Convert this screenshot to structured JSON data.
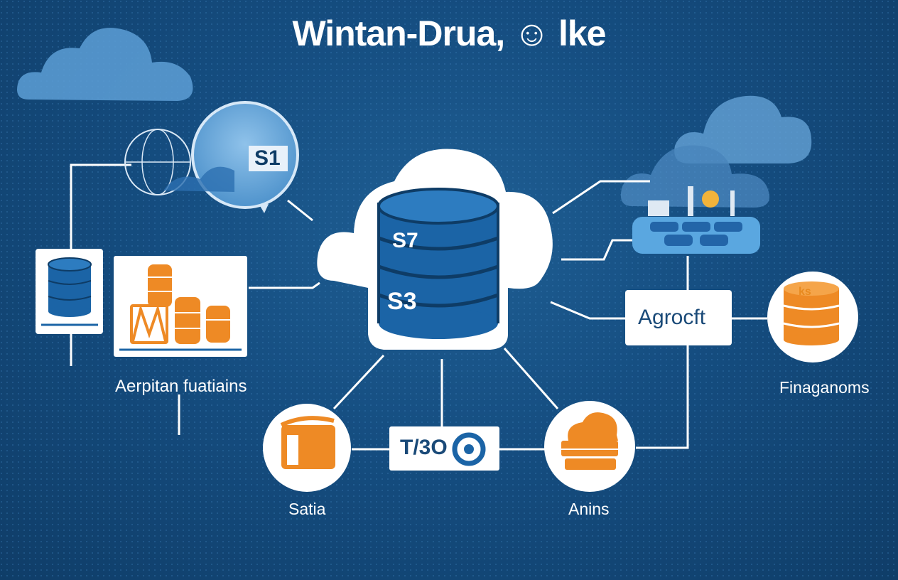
{
  "title": "Wintan-Drua, ☺ lke",
  "nodes": {
    "cloud_storage": {
      "label": "S1"
    },
    "central_db": {
      "top_label": "S7",
      "mid_label": "S3"
    },
    "agro_box": {
      "label": "Agrocft"
    },
    "left_group": {
      "caption": "Aerpitan fuatiains"
    },
    "right_orange_db": {
      "caption": "Finaganoms",
      "badge": "ks"
    },
    "bottom_left_circle": {
      "caption": "Satia"
    },
    "bottom_center_box": {
      "label": "T/3O"
    },
    "bottom_right_circle": {
      "caption": "Anins"
    }
  },
  "colors": {
    "background": "#154d80",
    "primary_blue": "#1e6aa8",
    "accent_orange": "#ee8a25",
    "white": "#ffffff"
  },
  "icons": [
    "cloud-icon",
    "database-icon",
    "gear-icon",
    "globe-icon",
    "factory-icon",
    "storage-box-icon"
  ]
}
